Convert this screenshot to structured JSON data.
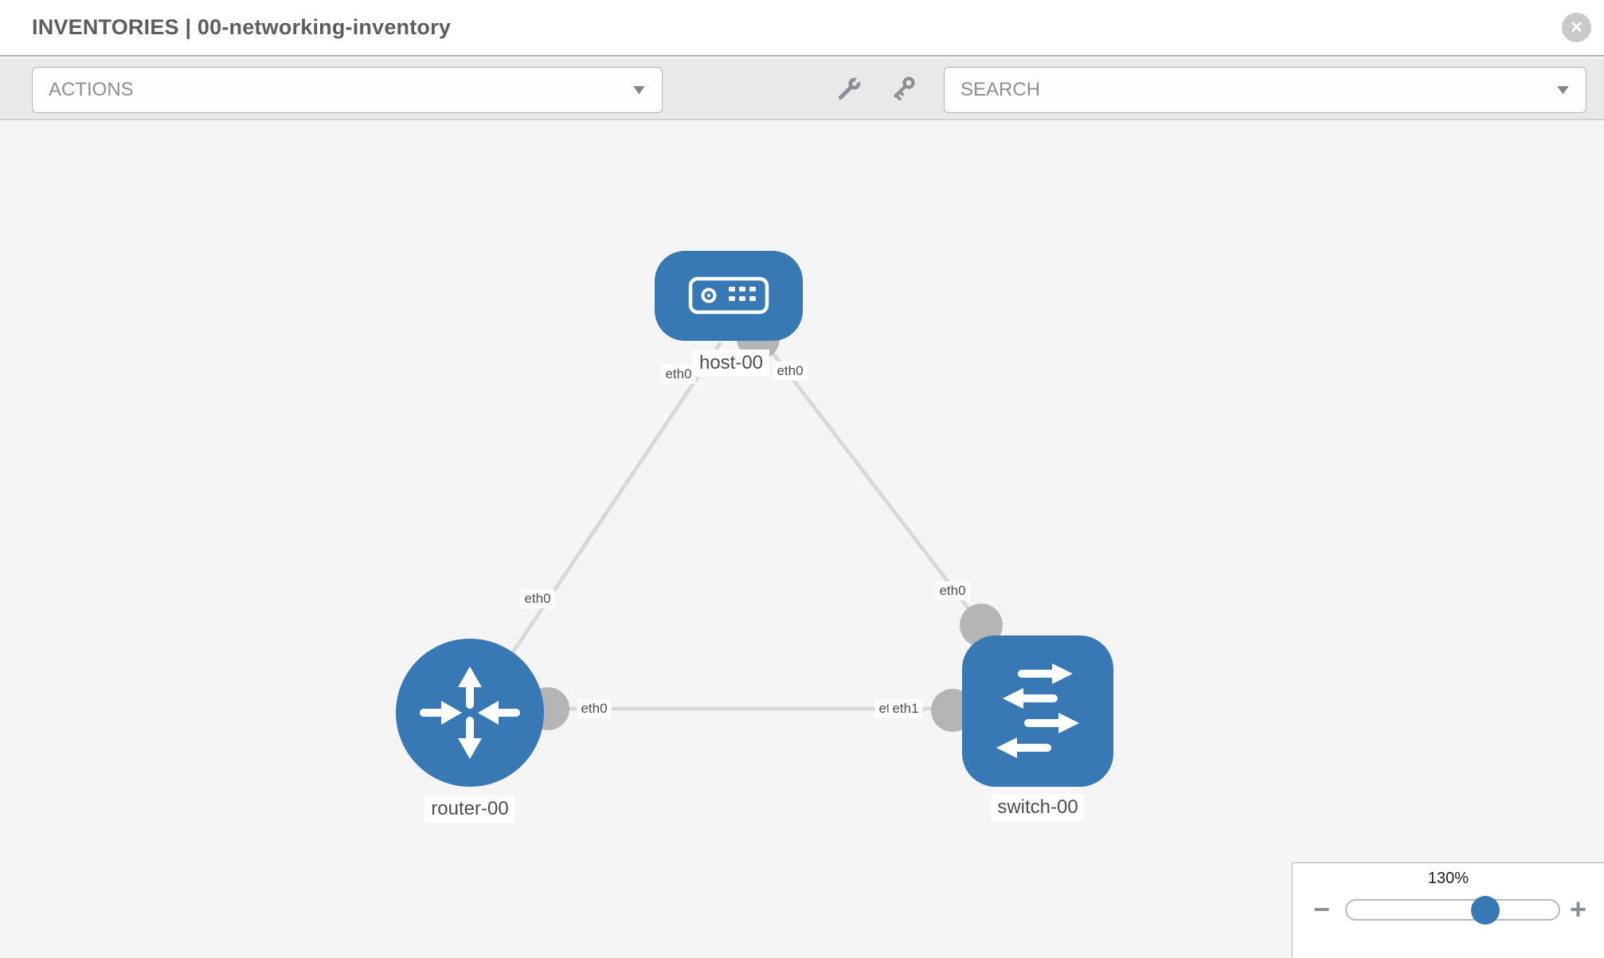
{
  "window": {
    "title": "INVENTORIES | 00-networking-inventory"
  },
  "icons": {
    "close_glyph": "✕",
    "caret_glyph": "▼",
    "wrench": "wrench-icon",
    "key": "key-icon"
  },
  "toolbar": {
    "actions_label": "ACTIONS",
    "search_label": "SEARCH"
  },
  "topology": {
    "nodes": [
      {
        "name": "host-00",
        "type": "host",
        "shape": "rounded-rect",
        "icon": "host-icon"
      },
      {
        "name": "router-00",
        "type": "router",
        "shape": "circle",
        "icon": "router-icon"
      },
      {
        "name": "switch-00",
        "type": "switch",
        "shape": "rounded-square",
        "icon": "switch-icon"
      }
    ],
    "links": [
      {
        "source": "host-00",
        "source_interface": "eth0",
        "target": "router-00",
        "target_interface": "eth0"
      },
      {
        "source": "host-00",
        "source_interface": "eth0",
        "target": "switch-00",
        "target_interface": "eth0"
      },
      {
        "source": "router-00",
        "source_interface": "eth0",
        "target": "switch-00",
        "target_interface": "eth1"
      }
    ]
  },
  "zoom": {
    "level": "130%",
    "minus_label": "−",
    "plus_label": "+"
  },
  "colors": {
    "node_blue": "#3778b5",
    "link_gray": "#d9d9d9",
    "connector_gray": "#b5b5b5",
    "toolbar_bg": "#e9e9e9",
    "canvas_bg": "#f5f5f5",
    "icon_gray": "#8a9097"
  }
}
